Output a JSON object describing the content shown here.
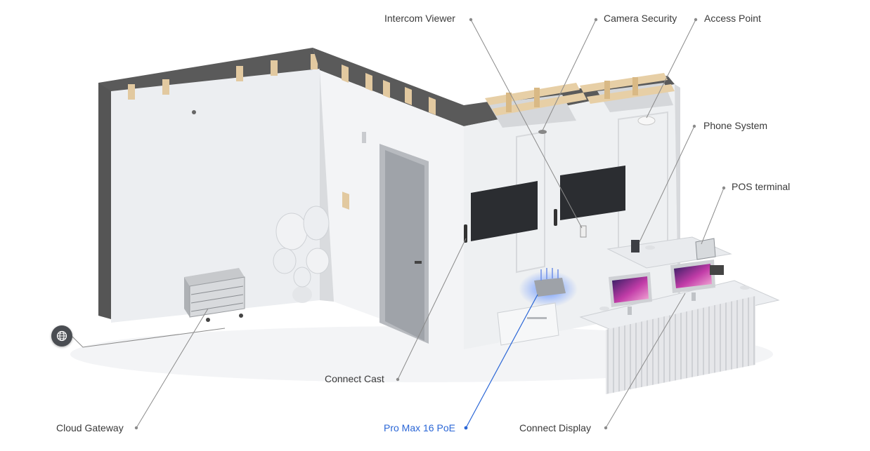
{
  "labels": {
    "intercom_viewer": "Intercom Viewer",
    "camera_security": "Camera Security",
    "access_point": "Access Point",
    "phone_system": "Phone System",
    "pos_terminal": "POS terminal",
    "connect_cast": "Connect Cast",
    "cloud_gateway": "Cloud Gateway",
    "pro_max": "Pro Max 16 PoE",
    "connect_display": "Connect Display"
  },
  "colors": {
    "active": "#2a66d6",
    "label": "#3a3a3a",
    "leader": "#8a8a8a",
    "wall": "#e9ebee",
    "concrete": "#4a4a4a",
    "beam": "#e2c9a0"
  },
  "icons": {
    "globe": "globe-icon"
  }
}
